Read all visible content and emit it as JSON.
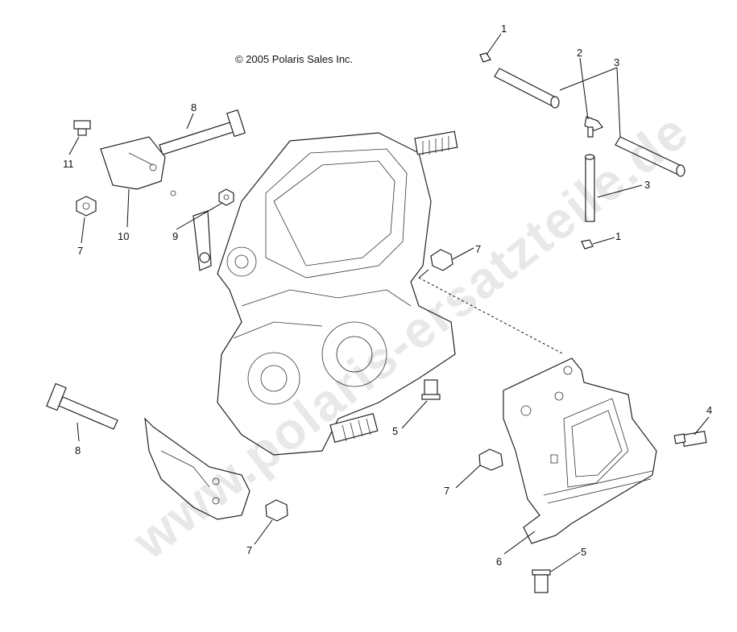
{
  "copyright": "© 2005 Polaris Sales Inc.",
  "watermark": "www.polaris-ersatzteile.de",
  "callouts": {
    "c1a": "1",
    "c1b": "1",
    "c2": "2",
    "c3a": "3",
    "c3b": "3",
    "c4": "4",
    "c5a": "5",
    "c5b": "5",
    "c6": "6",
    "c7a": "7",
    "c7b": "7",
    "c7c": "7",
    "c7d": "7",
    "c8a": "8",
    "c8b": "8",
    "c9": "9",
    "c10": "10",
    "c11": "11"
  }
}
